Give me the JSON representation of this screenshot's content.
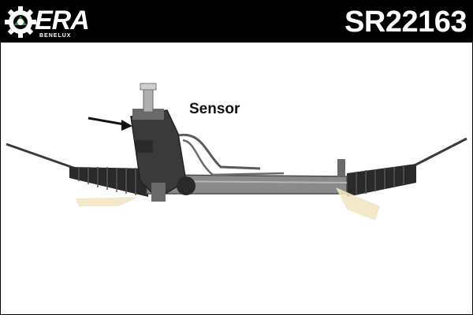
{
  "header": {
    "brand": "ERA",
    "brand_sub": "BENELUX",
    "part_number": "SR22163"
  },
  "diagram": {
    "annotation_label": "Sensor"
  },
  "colors": {
    "header_bg": "#000000",
    "header_text": "#ffffff",
    "logo_gear": "#ffffff",
    "logo_accent": "#2e8b3a",
    "metal_dark": "#3a3a3a",
    "metal_mid": "#8a8a8a",
    "plastic_cap": "#f2e6c2"
  },
  "icons": [
    "era-gear-icon",
    "arrow-pointer-icon"
  ]
}
